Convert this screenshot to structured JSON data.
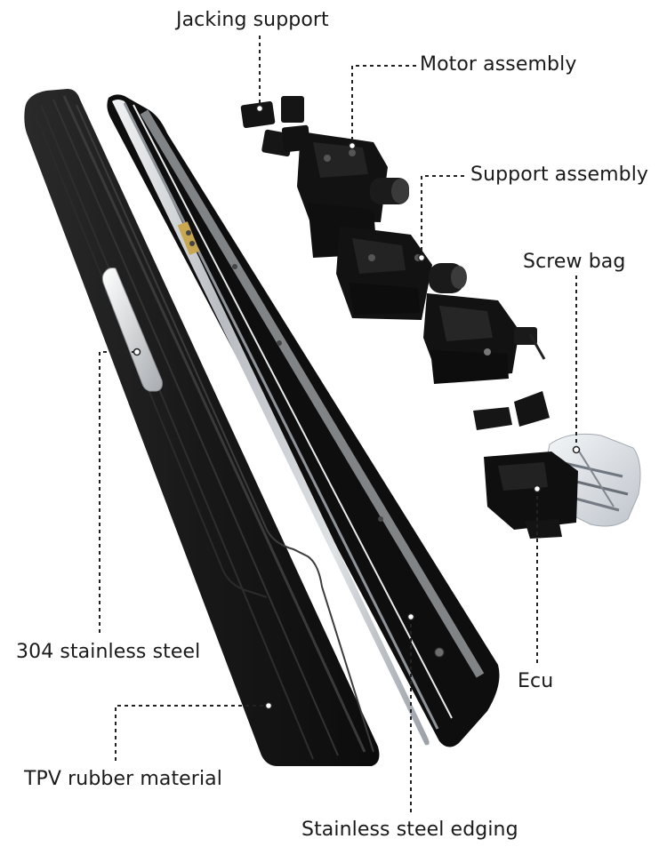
{
  "labels": {
    "jacking_support": "Jacking support",
    "motor_assembly": "Motor assembly",
    "support_assembly": "Support assembly",
    "screw_bag": "Screw bag",
    "stainless_304": "304 stainless steel",
    "ecu": "Ecu",
    "tpv_rubber": "TPV rubber material",
    "stainless_edging": "Stainless steel edging"
  },
  "colors": {
    "background": "#ffffff",
    "rubber": "#1c1c1c",
    "aluminum": "#c8ccd0",
    "hardware": "#111111",
    "leader": "#222222"
  }
}
